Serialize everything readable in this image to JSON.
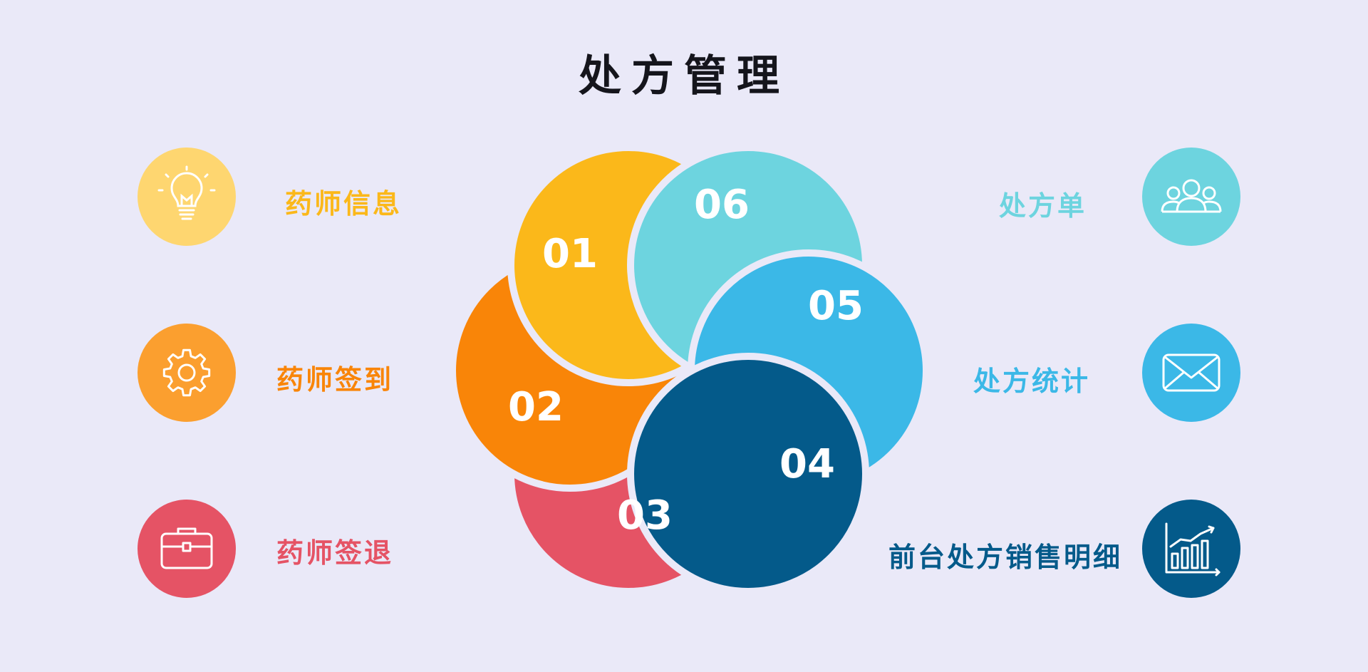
{
  "title": "处方管理",
  "items": [
    {
      "num": "01",
      "label": "药师信息",
      "color": "#fbb81a",
      "icon_bg": "#fed670",
      "icon": "lightbulb-icon"
    },
    {
      "num": "02",
      "label": "药师签到",
      "color": "#f98508",
      "icon_bg": "#fb9f2f",
      "icon": "gear-icon"
    },
    {
      "num": "03",
      "label": "药师签退",
      "color": "#e55365",
      "icon_bg": "#e55365",
      "icon": "briefcase-icon"
    },
    {
      "num": "04",
      "label": "前台处方销售明细",
      "color": "#045a8a",
      "icon_bg": "#045a8a",
      "icon": "bar-chart-icon"
    },
    {
      "num": "05",
      "label": "处方统计",
      "color": "#3bb8e7",
      "icon_bg": "#3bb8e7",
      "icon": "envelope-icon"
    },
    {
      "num": "06",
      "label": "处方单",
      "color": "#6dd4df",
      "icon_bg": "#6dd4df",
      "icon": "users-icon"
    }
  ]
}
